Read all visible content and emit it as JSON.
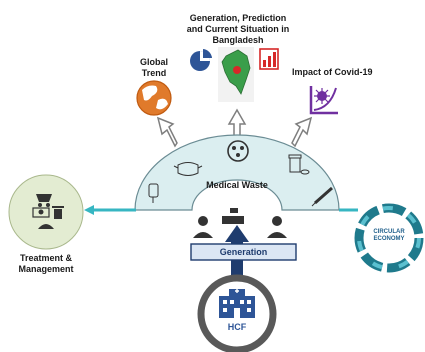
{
  "title_lines": [
    "Generation, Prediction",
    "and Current Situation in",
    "Bangladesh"
  ],
  "global_trend": [
    "Global",
    "Trend"
  ],
  "impact": "Impact of Covid-19",
  "medical_waste": "Medical Waste",
  "treatment": [
    "Treatment &",
    "Management"
  ],
  "generation": "Generation",
  "hcf": "HCF",
  "circular": [
    "CIRCULAR",
    "ECONOMY"
  ],
  "colors": {
    "arch_fill": "#dbeef0",
    "arrow_blue": "#1f3c6e",
    "teal": "#36b6c2",
    "green_circle": "#e3ecd2",
    "covid_purple": "#7030a0",
    "ring": "#595959",
    "hospital": "#2e5597"
  }
}
